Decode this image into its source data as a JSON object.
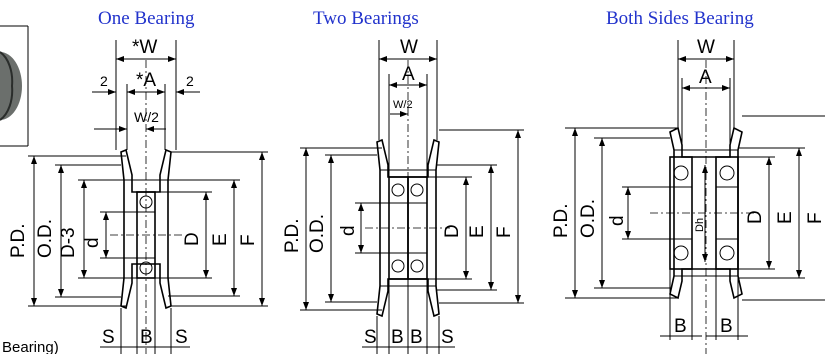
{
  "titles": {
    "one_bearing": "One Bearing",
    "two_bearings": "Two Bearings",
    "both_sides": "Both Sides Bearing"
  },
  "one_bearing": {
    "w": "*W",
    "a": "*A",
    "left_gap": "2",
    "right_gap": "2",
    "w_half": "W/2",
    "pd": "P.D.",
    "od": "O.D.",
    "d3": "D-3",
    "bore": "d",
    "d_outer": "D",
    "e": "E",
    "f": "F",
    "s_left": "S",
    "b": "B",
    "s_right": "S"
  },
  "two_bearings": {
    "w": "W",
    "a": "A",
    "w_half": "W/2",
    "pd": "P.D.",
    "od": "O.D.",
    "bore": "d",
    "d_outer": "D",
    "e": "E",
    "f": "F",
    "s_left": "S",
    "b1": "B",
    "b2": "B",
    "s_right": "S"
  },
  "both_sides": {
    "w": "W",
    "a": "A",
    "pd": "P.D.",
    "od": "O.D.",
    "bore": "d",
    "dh": "Dh",
    "d_outer": "D",
    "e": "E",
    "f": "F",
    "b_left": "B",
    "b_right": "B"
  },
  "caption_fragment": "Bearing)"
}
